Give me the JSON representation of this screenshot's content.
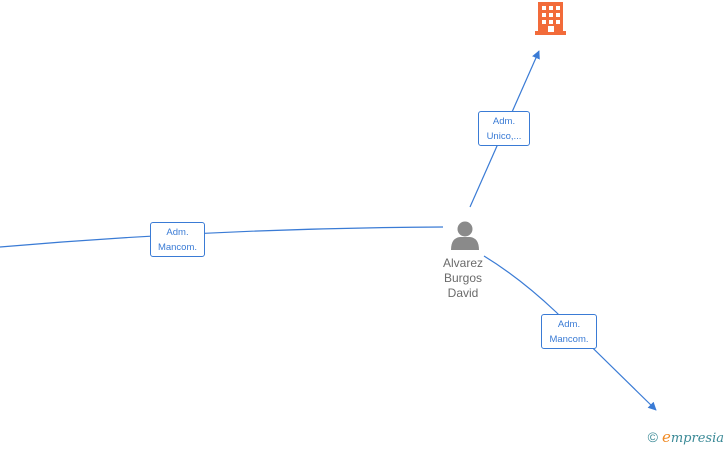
{
  "nodes": {
    "company": {
      "icon": "building-icon",
      "color": "#f26b3a"
    },
    "person": {
      "icon": "person-icon",
      "color": "#8a8a8a",
      "name_lines": [
        "Alvarez",
        "Burgos",
        "David"
      ]
    }
  },
  "edges": [
    {
      "id": "to-company",
      "label_lines": [
        "Adm.",
        "Unico,..."
      ]
    },
    {
      "id": "from-left",
      "label_lines": [
        "Adm.",
        "Mancom."
      ]
    },
    {
      "id": "to-bottom-right",
      "label_lines": [
        "Adm.",
        "Mancom."
      ]
    }
  ],
  "colors": {
    "edge": "#3a7bd5",
    "label_text": "#3a7bd5"
  },
  "watermark": {
    "copyright": "©",
    "brand_initial": "e",
    "brand_rest": "mpresia"
  }
}
